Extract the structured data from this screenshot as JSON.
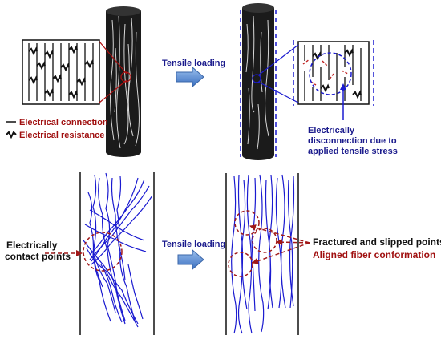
{
  "top_panel": {
    "arrow_label": "Tensile loading",
    "legend": [
      {
        "symbol": "line",
        "text": "Electrical connection"
      },
      {
        "symbol": "zigzag",
        "text": "Electrical resistance"
      }
    ],
    "callout_lines": [
      "Electrically",
      "disconnection due to",
      "applied tensile stress"
    ]
  },
  "bottom_panel": {
    "arrow_label": "Tensile loading",
    "left_label_lines": [
      "Electrically",
      "contact points"
    ],
    "right_label_black": "Fractured and slipped points",
    "right_label_red": "Aligned fiber conformation"
  },
  "colors": {
    "cylinder": "#1b1b1b",
    "fiber_blue": "#1a1ad0",
    "label_blue": "#1a1a8c",
    "label_red": "#a01010",
    "circle_red": "#a01818",
    "arrow_fill": "#5b8fd6"
  }
}
